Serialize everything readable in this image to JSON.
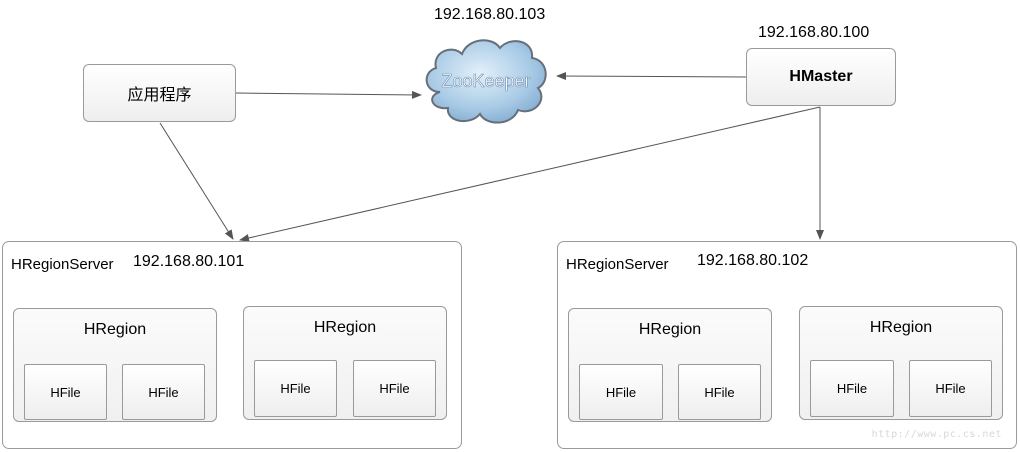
{
  "zookeeper": {
    "name": "ZooKeeper",
    "ip": "192.168.80.103"
  },
  "app": {
    "label": "应用程序"
  },
  "hmaster": {
    "label": "HMaster",
    "ip": "192.168.80.100"
  },
  "servers": [
    {
      "title": "HRegionServer",
      "ip": "192.168.80.101",
      "regions": [
        {
          "title": "HRegion",
          "files": [
            "HFile",
            "HFile"
          ]
        },
        {
          "title": "HRegion",
          "files": [
            "HFile",
            "HFile"
          ]
        }
      ]
    },
    {
      "title": "HRegionServer",
      "ip": "192.168.80.102",
      "regions": [
        {
          "title": "HRegion",
          "files": [
            "HFile",
            "HFile"
          ]
        },
        {
          "title": "HRegion",
          "files": [
            "HFile",
            "HFile"
          ]
        }
      ]
    }
  ],
  "watermark": "http://www.pc.cs.net",
  "colors": {
    "border": "#9a9a9a",
    "connector": "#555555",
    "cloud_fill": "#a9cbe6",
    "cloud_stroke": "#666f7a"
  }
}
